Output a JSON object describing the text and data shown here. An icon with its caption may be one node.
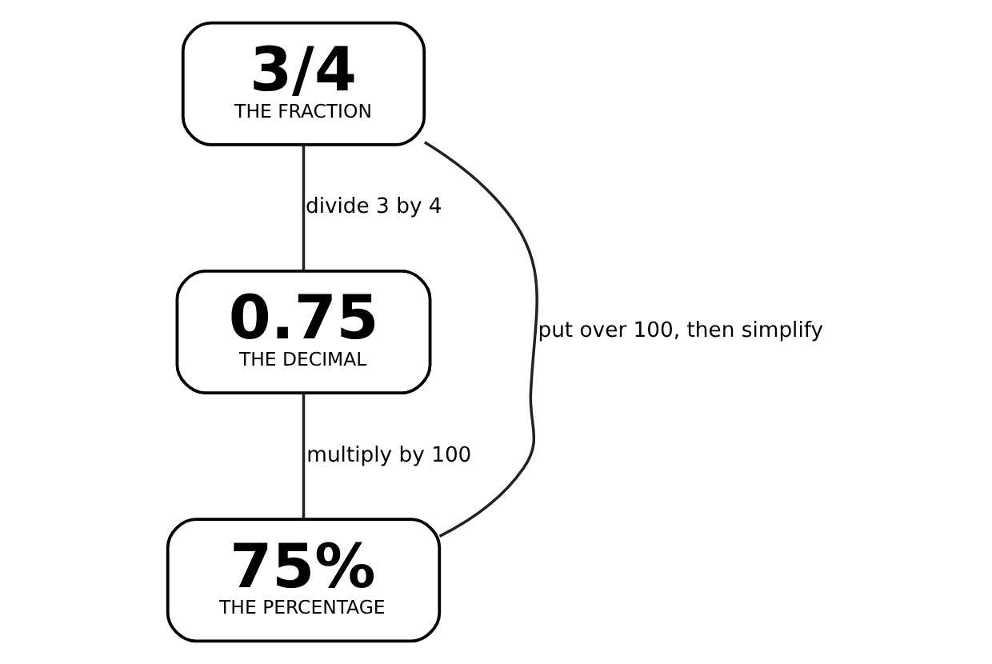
{
  "diagram": {
    "nodes": [
      {
        "text": [
          "3/4",
          "THE FRACTION"
        ]
      },
      {
        "text": [
          "0.75",
          "THE DECIMAL"
        ]
      },
      {
        "text": [
          "75%",
          "THE PERCENTAGE"
        ]
      }
    ],
    "edges": [
      {
        "from": 0,
        "to": 1,
        "arrow": "none",
        "label": "divide 3 by 4"
      },
      {
        "from": 1,
        "to": 2,
        "arrow": "none",
        "label": "multiply by 100"
      },
      {
        "from": 2,
        "to": 0,
        "arrow": "none",
        "label": "put over 100, then simplify"
      }
    ]
  }
}
